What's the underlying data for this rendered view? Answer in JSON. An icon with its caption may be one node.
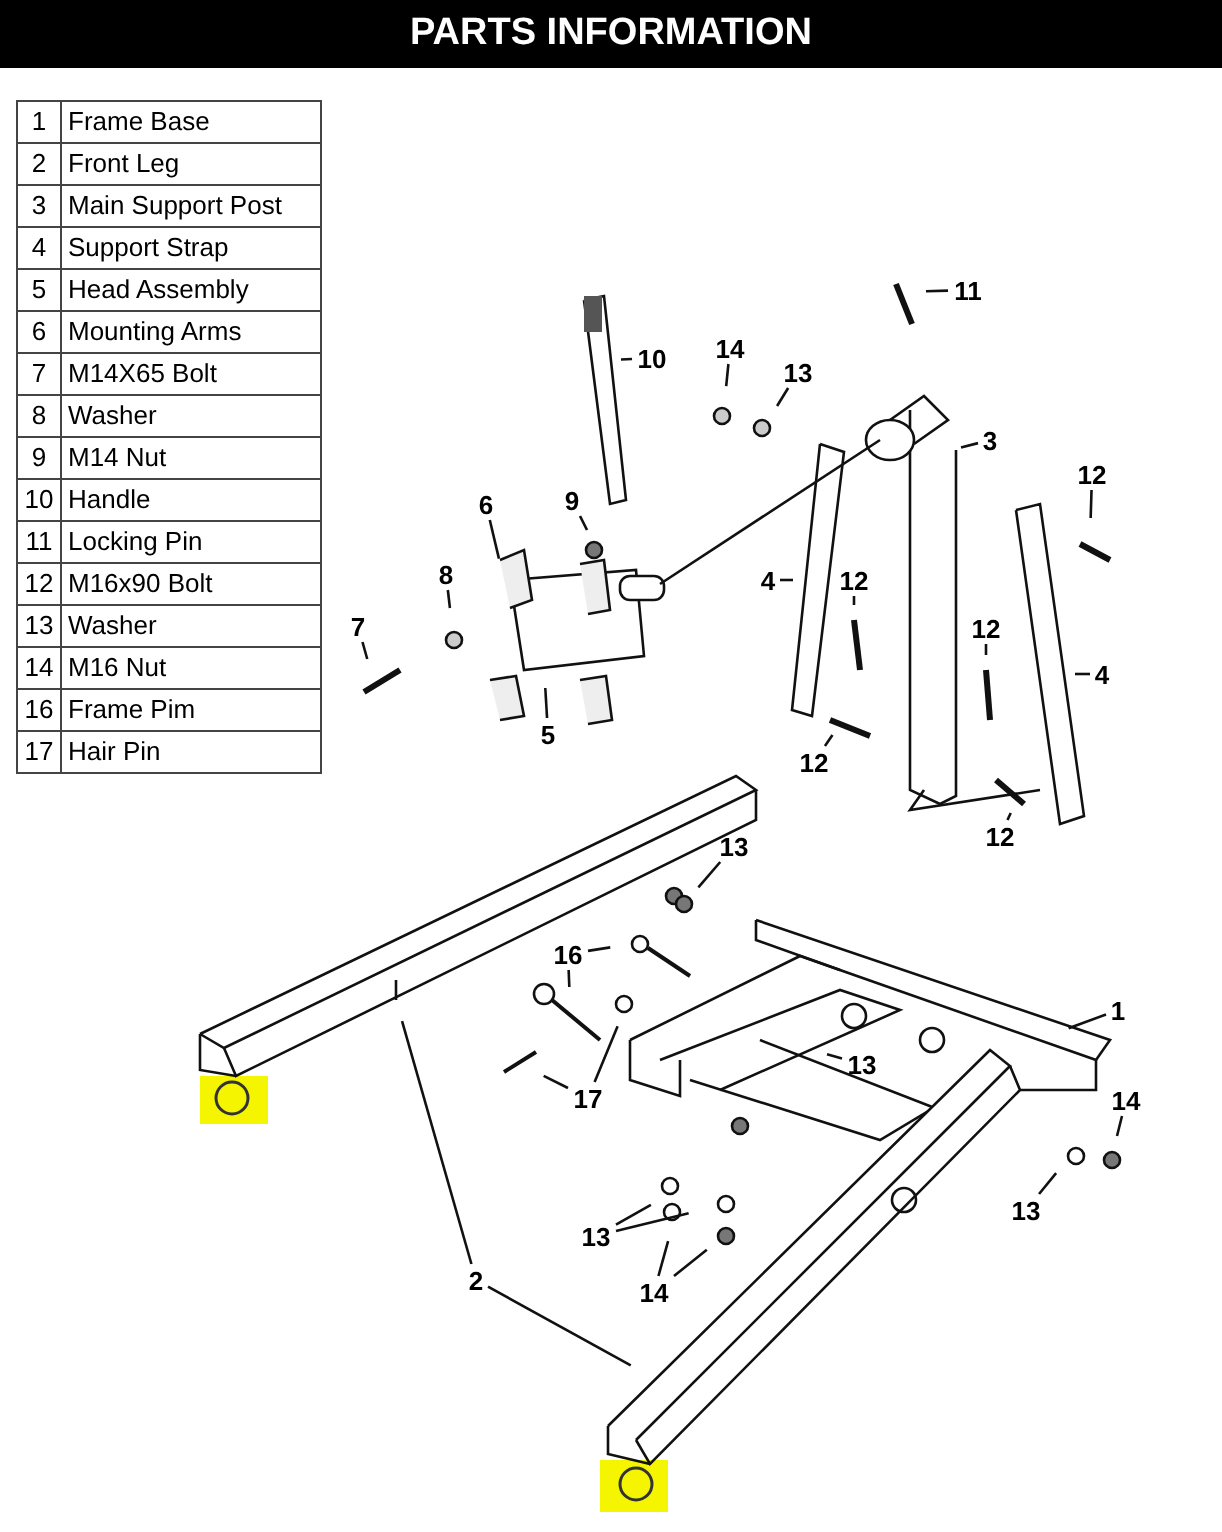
{
  "diagram": {
    "title": "PARTS INFORMATION",
    "nodes": [
      {
        "text": [
          "11"
        ]
      },
      {
        "text": [
          "10"
        ]
      },
      {
        "text": [
          "14"
        ]
      },
      {
        "text": [
          "13"
        ]
      },
      {
        "text": [
          "3"
        ]
      },
      {
        "text": [
          "12"
        ]
      },
      {
        "text": [
          "9"
        ]
      },
      {
        "text": [
          "6"
        ]
      },
      {
        "text": [
          "8"
        ]
      },
      {
        "text": [
          "7"
        ]
      },
      {
        "text": [
          "4"
        ]
      },
      {
        "text": [
          "12"
        ]
      },
      {
        "text": [
          "12"
        ]
      },
      {
        "text": [
          "4"
        ]
      },
      {
        "text": [
          "5"
        ]
      },
      {
        "text": [
          "12"
        ]
      },
      {
        "text": [
          "12"
        ]
      },
      {
        "text": [
          "13"
        ]
      },
      {
        "text": [
          "16"
        ]
      },
      {
        "text": [
          "1"
        ]
      },
      {
        "text": [
          "13"
        ]
      },
      {
        "text": [
          "17"
        ]
      },
      {
        "text": [
          "14"
        ]
      },
      {
        "text": [
          "13"
        ]
      },
      {
        "text": [
          "13"
        ]
      },
      {
        "text": [
          "2"
        ]
      },
      {
        "text": [
          "14"
        ]
      }
    ],
    "edges": [
      {
        "from": 0,
        "to": null,
        "arrow": "none"
      },
      {
        "from": 1,
        "to": null,
        "arrow": "none"
      },
      {
        "from": 2,
        "to": null,
        "arrow": "none"
      },
      {
        "from": 3,
        "to": null,
        "arrow": "none"
      },
      {
        "from": 4,
        "to": null,
        "arrow": "none"
      },
      {
        "from": 5,
        "to": null,
        "arrow": "none"
      },
      {
        "from": 6,
        "to": null,
        "arrow": "none"
      },
      {
        "from": 7,
        "to": null,
        "arrow": "none"
      },
      {
        "from": 8,
        "to": null,
        "arrow": "none"
      },
      {
        "from": 9,
        "to": null,
        "arrow": "none"
      },
      {
        "from": 10,
        "to": null,
        "arrow": "none"
      },
      {
        "from": 11,
        "to": null,
        "arrow": "none"
      },
      {
        "from": 12,
        "to": null,
        "arrow": "none"
      },
      {
        "from": 13,
        "to": null,
        "arrow": "none"
      },
      {
        "from": 14,
        "to": null,
        "arrow": "none"
      },
      {
        "from": 15,
        "to": null,
        "arrow": "none"
      },
      {
        "from": 16,
        "to": null,
        "arrow": "none"
      },
      {
        "from": 17,
        "to": null,
        "arrow": "none"
      },
      {
        "from": 18,
        "to": null,
        "arrow": "none"
      },
      {
        "from": 18,
        "to": null,
        "arrow": "none"
      },
      {
        "from": 19,
        "to": null,
        "arrow": "none"
      },
      {
        "from": 20,
        "to": null,
        "arrow": "none"
      },
      {
        "from": 21,
        "to": null,
        "arrow": "none"
      },
      {
        "from": 21,
        "to": null,
        "arrow": "none"
      },
      {
        "from": 22,
        "to": null,
        "arrow": "none"
      },
      {
        "from": 23,
        "to": null,
        "arrow": "none"
      },
      {
        "from": 24,
        "to": null,
        "arrow": "none"
      },
      {
        "from": 24,
        "to": null,
        "arrow": "none"
      },
      {
        "from": 25,
        "to": null,
        "arrow": "none"
      },
      {
        "from": 25,
        "to": null,
        "arrow": "none"
      },
      {
        "from": 26,
        "to": null,
        "arrow": "none"
      },
      {
        "from": 26,
        "to": null,
        "arrow": "none"
      }
    ],
    "labels": [
      "1",
      "Frame Base",
      "2",
      "Front Leg",
      "3",
      "Main Support Post",
      "4",
      "Support Strap",
      "5",
      "Head Assembly",
      "6",
      "Mounting Arms",
      "7",
      "M14X65 Bolt",
      "8",
      "Washer",
      "9",
      "M14 Nut",
      "10",
      "Handle",
      "11",
      "Locking Pin",
      "12",
      "M16x90 Bolt",
      "13",
      "Washer",
      "14",
      "M16 Nut",
      "16",
      "Frame Pim",
      "17",
      "Hair Pin"
    ]
  }
}
